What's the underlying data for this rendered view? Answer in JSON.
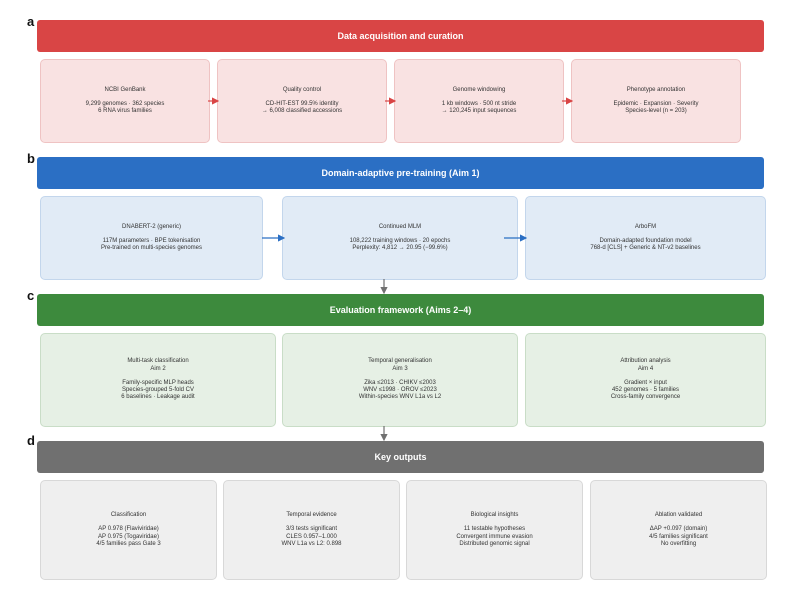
{
  "colors": {
    "red": "#d94545",
    "blue": "#2b6fc4",
    "green": "#3d8a3d",
    "grey": "#707070"
  },
  "sections": {
    "a": {
      "letter": "a",
      "banner": "Data acquisition and curation",
      "cards": [
        {
          "title": "NCBI GenBank",
          "lines": [
            "9,299 genomes · 362 species",
            "6 RNA virus families"
          ]
        },
        {
          "title": "Quality control",
          "lines": [
            "CD-HIT-EST 99.5% identity",
            "→ 6,008 classified accessions"
          ]
        },
        {
          "title": "Genome windowing",
          "lines": [
            "1 kb windows · 500 nt stride",
            "→ 120,245 input sequences"
          ]
        },
        {
          "title": "Phenotype annotation",
          "lines": [
            "Epidemic · Expansion · Severity",
            "Species-level (n = 203)"
          ]
        }
      ]
    },
    "b": {
      "letter": "b",
      "banner": "Domain-adaptive pre-training  (Aim 1)",
      "cards": [
        {
          "title": "DNABERT-2 (generic)",
          "lines": [
            "117M parameters · BPE tokenisation",
            "Pre-trained on multi-species genomes"
          ]
        },
        {
          "title": "Continued MLM",
          "lines": [
            "108,222 training windows · 20 epochs",
            "Perplexity: 4,812 → 20.95 (−99.6%)"
          ]
        },
        {
          "title": "ArboFM",
          "lines": [
            "Domain-adapted foundation model",
            "768-d [CLS] + Generic & NT-v2 baselines"
          ]
        }
      ]
    },
    "c": {
      "letter": "c",
      "banner": "Evaluation framework  (Aims 2–4)",
      "cards": [
        {
          "title": "Multi-task classification",
          "lines": [
            "Aim 2",
            "",
            "Family-specific MLP heads",
            "Species-grouped 5-fold CV",
            "6 baselines · Leakage audit"
          ]
        },
        {
          "title": "Temporal generalisation",
          "lines": [
            "Aim 3",
            "",
            "Zika ≤2013 · CHIKV ≤2003",
            "WNV ≤1998 · OROV ≤2023",
            "Within-species WNV L1a vs L2"
          ]
        },
        {
          "title": "Attribution analysis",
          "lines": [
            "Aim 4",
            "",
            "Gradient × input",
            "452 genomes · 5 families",
            "Cross-family convergence"
          ]
        }
      ]
    },
    "d": {
      "letter": "d",
      "banner": "Key outputs",
      "cards": [
        {
          "title": "Classification",
          "lines": [
            "AP 0.978 (Flaviviridae)",
            "AP 0.975 (Togaviridae)",
            "4/5 families pass Gate 3"
          ]
        },
        {
          "title": "Temporal evidence",
          "lines": [
            "3/3 tests significant",
            "CLES 0.957–1.000",
            "WNV L1a vs L2: 0.898"
          ]
        },
        {
          "title": "Biological insights",
          "lines": [
            "11 testable hypotheses",
            "Convergent immune evasion",
            "Distributed genomic signal"
          ]
        },
        {
          "title": "Ablation validated",
          "lines": [
            "ΔAP +0.097 (domain)",
            "4/5 families significant",
            "No overfitting"
          ]
        }
      ]
    }
  }
}
